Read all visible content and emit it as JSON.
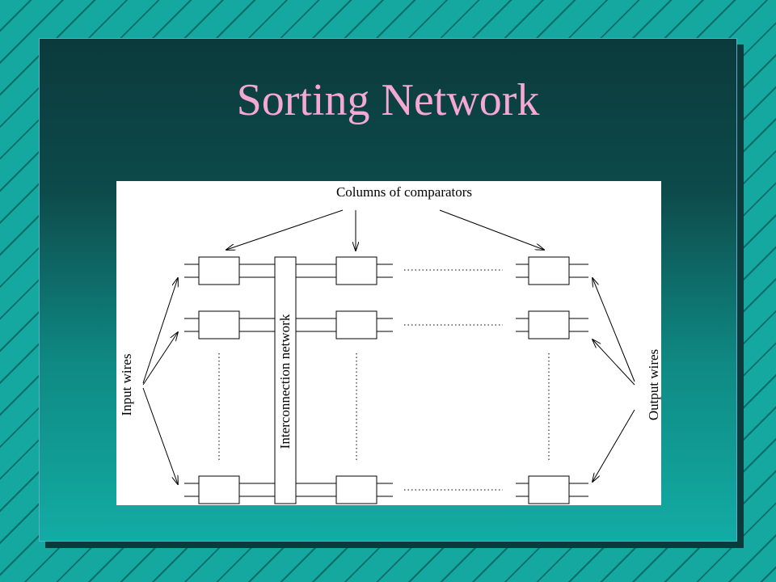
{
  "slide": {
    "title": "Sorting Network",
    "colors": {
      "title": "#f4a8d2",
      "panel_top": "#0b3a3c",
      "panel_bottom": "#12aca4",
      "background": "#14a8a0"
    }
  },
  "diagram": {
    "top_label": "Columns of comparators",
    "left_label": "Input wires",
    "middle_label": "Interconnection network",
    "right_label": "Output wires"
  }
}
